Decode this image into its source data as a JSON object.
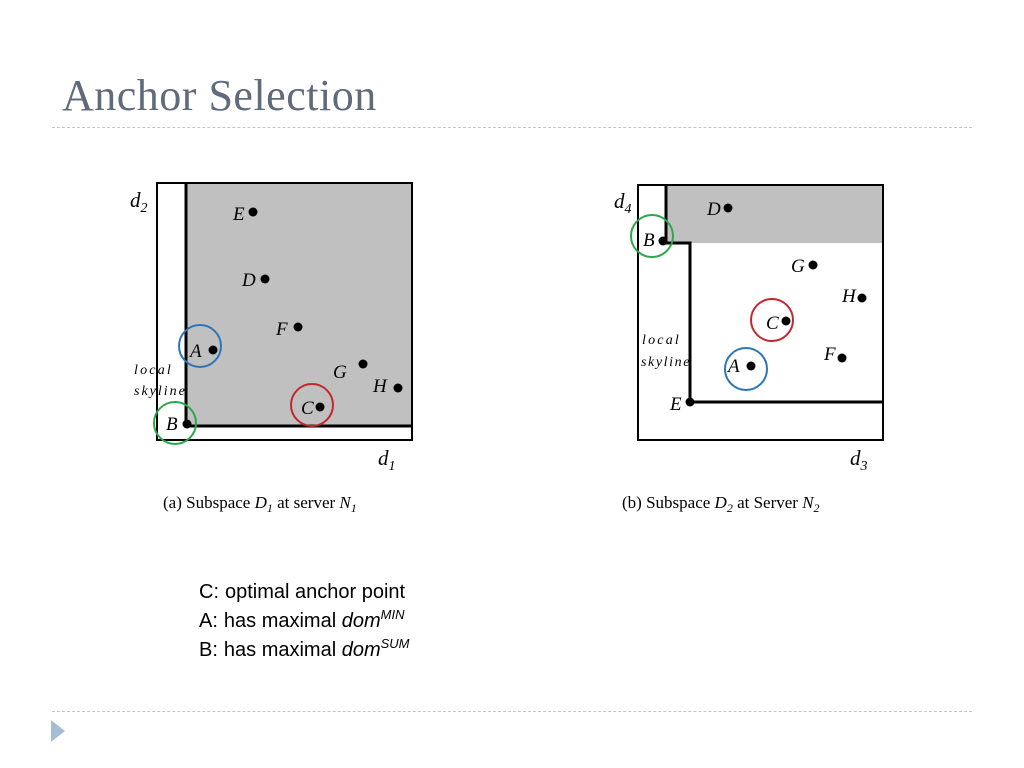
{
  "slide": {
    "title": "Anchor Selection"
  },
  "left_panel": {
    "axis_y": {
      "base": "d",
      "sub": "2"
    },
    "axis_x": {
      "base": "d",
      "sub": "1"
    },
    "skyline_label_1": "local",
    "skyline_label_2": "skyline",
    "points": [
      "E",
      "D",
      "F",
      "A",
      "G",
      "H",
      "C",
      "B"
    ],
    "caption": {
      "pre": "(a) Subspace ",
      "D": "D",
      "Dsub": "1",
      "mid": " at server ",
      "N": "N",
      "Nsub": "1"
    }
  },
  "right_panel": {
    "axis_y": {
      "base": "d",
      "sub": "4"
    },
    "axis_x": {
      "base": "d",
      "sub": "3"
    },
    "skyline_label_1": "local",
    "skyline_label_2": "skyline",
    "points": [
      "D",
      "B",
      "G",
      "H",
      "C",
      "F",
      "A",
      "E"
    ],
    "caption": {
      "pre": "(b) Subspace ",
      "D": "D",
      "Dsub": "2",
      "mid": " at Server ",
      "N": "N",
      "Nsub": "2"
    }
  },
  "colors": {
    "dominated_region": "#c0c0c0",
    "circle_blue": "#2e75b6",
    "circle_green": "#2aa84a",
    "circle_red": "#c0282d",
    "title": "#5f6a7b"
  },
  "legend": [
    {
      "key": "C:",
      "text": "optimal anchor point",
      "term": "",
      "sup": ""
    },
    {
      "key": "A:",
      "text": "has maximal ",
      "term": "dom",
      "sup": "MIN"
    },
    {
      "key": "B:",
      "text": "has maximal ",
      "term": "dom",
      "sup": "SUM"
    }
  ]
}
